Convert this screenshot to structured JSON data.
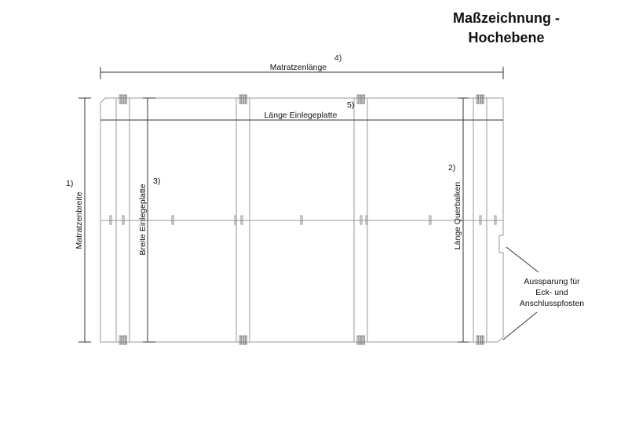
{
  "title": {
    "line1": "Maßzeichnung -",
    "line2": "Hochebene"
  },
  "dimensions": {
    "mattress_length": {
      "label": "Matratzenlänge",
      "note": "4)"
    },
    "insert_length": {
      "label": "Länge Einlegeplatte",
      "note": "5)"
    },
    "mattress_width": {
      "label": "Matratzenbreite",
      "note": "1)"
    },
    "insert_width": {
      "label": "Breite Einlegeplatte",
      "note": "3)"
    },
    "crossbeam_length": {
      "label": "Länge Querbalken",
      "note": "2)"
    }
  },
  "annotation": {
    "line1": "Aussparung für",
    "line2": "Eck- und",
    "line3": "Anschlusspfosten"
  }
}
